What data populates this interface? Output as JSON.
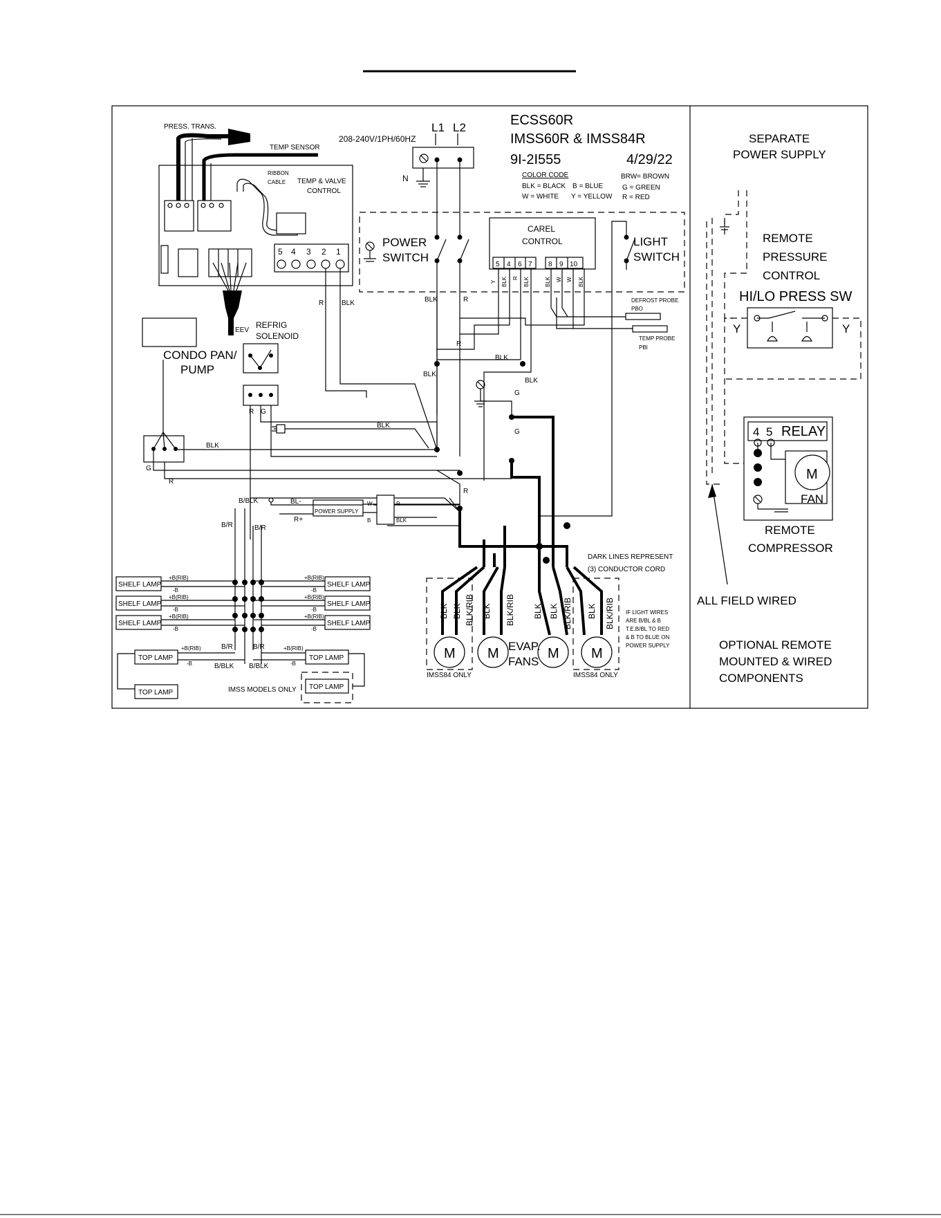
{
  "header": {
    "underline_title": ""
  },
  "title_block": {
    "model_line_1": "ECSS60R",
    "model_line_2": "IMSS60R & IMSS84R",
    "drawing_number": "9I-2I555",
    "date": "4/29/22"
  },
  "power": {
    "supply": "208-240V/1PH/60HZ",
    "l1": "L1",
    "l2": "L2",
    "neutral": "N"
  },
  "color_code": {
    "heading": "COLOR CODE",
    "entries": [
      "BLK = BLACK",
      "B = BLUE",
      "BRW= BROWN",
      "W = WHITE",
      "Y = YELLOW",
      "G = GREEN",
      "R = RED"
    ]
  },
  "components": {
    "press_trans": "PRESS. TRANS.",
    "temp_sensor": "TEMP SENSOR",
    "ribbon_cable": [
      "RIBBON",
      "CABLE"
    ],
    "temp_valve_control": [
      "TEMP & VALVE",
      "CONTROL"
    ],
    "terminal_numbers": [
      "5",
      "4",
      "3",
      "2",
      "1"
    ],
    "eev": "EEV",
    "refrig_solenoid": [
      "REFRIG",
      "SOLENOID"
    ],
    "condo_pan": [
      "CONDO PAN/",
      "PUMP"
    ],
    "power_switch": [
      "POWER",
      "SWITCH"
    ],
    "light_switch": [
      "LIGHT",
      "SWITCH"
    ],
    "carel_control": [
      "CAREL",
      "CONTROL"
    ],
    "carel_terminals": [
      "5",
      "4",
      "6",
      "7",
      "8",
      "9",
      "10"
    ],
    "defrost_probe": [
      "DEFROST PROBE",
      "PBO"
    ],
    "temp_probe": [
      "TEMP PROBE",
      "PBI"
    ],
    "power_supply": "POWER SUPPLY",
    "evap_fans": [
      "EVAP.",
      "FANS"
    ],
    "motor": "M",
    "imss84_only": "IMSS84 ONLY",
    "imss_models_only": "IMSS MODELS ONLY",
    "shelf_lamp": "SHELF LAMP",
    "top_lamp": "TOP LAMP"
  },
  "notes": {
    "dark_lines": [
      "DARK LINES REPRESENT",
      "(3) CONDUCTOR CORD"
    ],
    "light_wires": [
      "IF LIGHT WIRES",
      "ARE B/BL & B",
      "T.E.B/BL TO RED",
      "& B TO BLUE ON",
      "POWER SUPPLY"
    ]
  },
  "wire_labels": {
    "blk": "BLK",
    "r": "R",
    "g": "G",
    "y": "Y",
    "w": "W",
    "b": "B",
    "b_blk": "B/BLK",
    "b_r": "B/R",
    "bl_minus": "BL-",
    "r_plus": "R+",
    "blk_rib": "BLK/RIB",
    "plus_b_rib": "+B(RIB)",
    "minus_b": "-B"
  },
  "remote": {
    "separate_power": [
      "SEPARATE",
      "POWER SUPPLY"
    ],
    "remote_pressure": [
      "REMOTE",
      "PRESSURE",
      "CONTROL"
    ],
    "hilo": "HI/LO PRESS SW",
    "relay_numbers": [
      "4",
      "5"
    ],
    "relay": "RELAY",
    "fan": "FAN",
    "remote_compressor": [
      "REMOTE",
      "COMPRESSOR"
    ],
    "all_field_wired": "ALL FIELD WIRED",
    "optional": [
      "OPTIONAL REMOTE",
      "MOUNTED & WIRED",
      "COMPONENTS"
    ]
  }
}
